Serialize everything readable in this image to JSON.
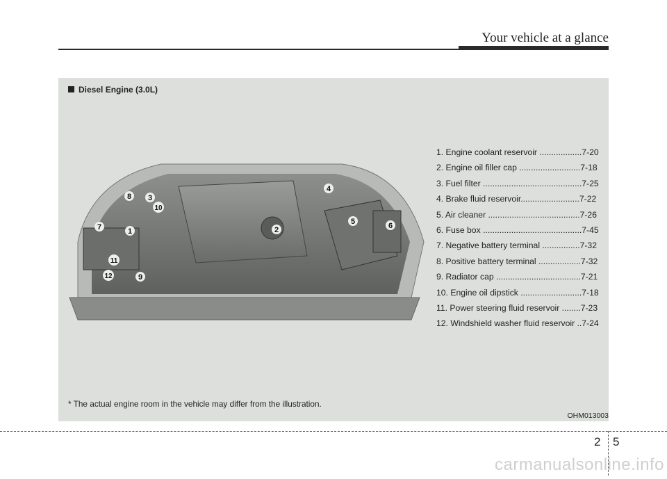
{
  "header": {
    "title": "Your vehicle at a glance"
  },
  "panel": {
    "title": "Diesel Engine (3.0L)",
    "parts": [
      "1. Engine coolant reservoir ..................7-20",
      "2. Engine oil filler cap ..........................7-18",
      "3. Fuel filter ..........................................7-25",
      "4. Brake fluid reservoir.........................7-22",
      "5. Air cleaner .......................................7-26",
      "6. Fuse box ..........................................7-45",
      "7. Negative battery terminal ................7-32",
      "8. Positive battery terminal ..................7-32",
      "9. Radiator cap ....................................7-21",
      "10. Engine oil dipstick ..........................7-18",
      "11. Power steering fluid reservoir ........7-23",
      "12. Windshield washer fluid reservoir ..7-24"
    ],
    "callouts": [
      "1",
      "2",
      "3",
      "4",
      "5",
      "6",
      "7",
      "8",
      "9",
      "10",
      "11",
      "12"
    ],
    "footnote": "* The actual engine room in the vehicle may differ from the illustration.",
    "figure_code": "OHM013003"
  },
  "footer": {
    "chapter": "2",
    "page": "5"
  },
  "watermark": "carmanualsonline.info"
}
